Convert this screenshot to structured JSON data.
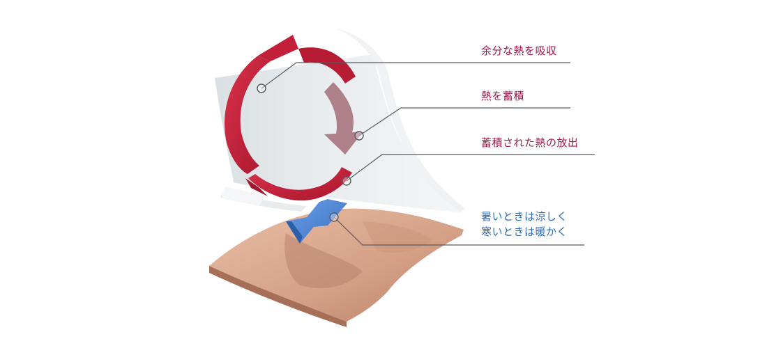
{
  "colors": {
    "heat_label": "#a3154a",
    "cool_label": "#2f6fb5",
    "leader_line": "#555a60",
    "heat_arrow": "#c8203c",
    "cool_arrow": "#4f87d8",
    "fabric": "#d9e0e4",
    "skin": "#d9a58a"
  },
  "callouts": {
    "absorb": {
      "text": "余分な熱を吸収"
    },
    "store": {
      "text": "熱を蓄積"
    },
    "release": {
      "text": "蓄積された熱の放出"
    },
    "regulate": {
      "lines": [
        "暑いときは涼しく",
        "寒いときは暖かく"
      ]
    }
  }
}
